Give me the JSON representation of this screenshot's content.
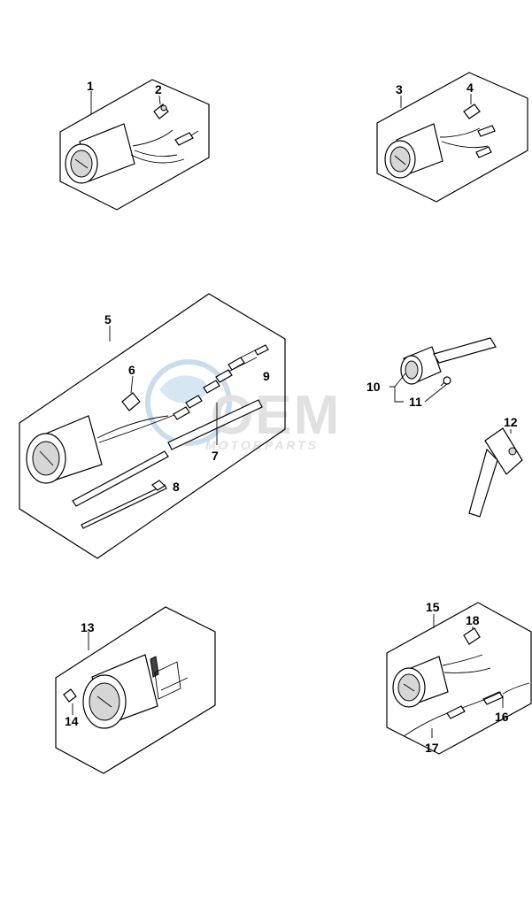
{
  "watermark": {
    "brand": "OEM",
    "tagline": "MOTORPARTS",
    "colors": {
      "blue": "#9fc3e0",
      "gray": "#c9c9c9"
    }
  },
  "callouts": [
    "1",
    "2",
    "3",
    "4",
    "5",
    "6",
    "7",
    "8",
    "9",
    "10",
    "11",
    "12",
    "13",
    "14",
    "15",
    "16",
    "17",
    "18"
  ],
  "colors": {
    "line": "#000000",
    "background": "#ffffff"
  }
}
